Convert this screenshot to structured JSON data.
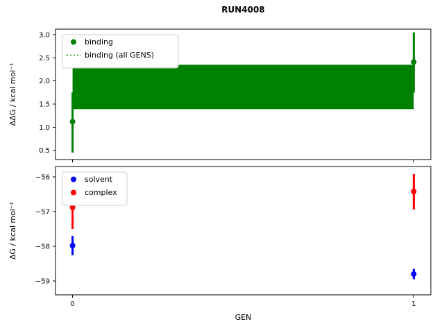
{
  "chart_data": [
    {
      "type": "scatter",
      "name": "binding-subplot",
      "title": "RUN4008",
      "ylabel": "ΔΔG / kcal mol⁻¹",
      "ylim": [
        0.3,
        3.12
      ],
      "xlim": [
        -0.05,
        1.05
      ],
      "yticks": [
        0.5,
        1.0,
        1.5,
        2.0,
        2.5,
        3.0
      ],
      "ytick_labels": [
        "0.5",
        "1.0",
        "1.5",
        "2.0",
        "2.5",
        "3.0"
      ],
      "xticks": [
        0,
        1
      ],
      "xtick_labels": [
        "0",
        "1"
      ],
      "show_xtick_labels": false,
      "band": {
        "label": "binding (all GENS)",
        "color": "#008000",
        "x_from": 0,
        "x_to": 1,
        "from": 1.39,
        "to": 2.35,
        "mid": 1.87,
        "line_style": "dotted"
      },
      "series": [
        {
          "name": "binding",
          "color": "#008000",
          "x": [
            0,
            1
          ],
          "y": [
            1.12,
            2.41
          ],
          "yerr_lo": [
            0.67,
            0.66
          ],
          "yerr_hi": [
            0.63,
            0.64
          ],
          "marker": "circle"
        }
      ],
      "legend": [
        {
          "label": "binding",
          "marker": "dot",
          "color": "#008000"
        },
        {
          "label": "binding (all GENS)",
          "marker": "dotted-line",
          "color": "#008000"
        }
      ],
      "legend_position": "upper-left"
    },
    {
      "type": "scatter",
      "name": "dg-subplot",
      "ylabel": "ΔG / kcal mol⁻¹",
      "xlabel": "GEN",
      "ylim": [
        -59.4,
        -55.7
      ],
      "xlim": [
        -0.05,
        1.05
      ],
      "yticks": [
        -59,
        -58,
        -57,
        -56
      ],
      "ytick_labels": [
        "−59",
        "−58",
        "−57",
        "−56"
      ],
      "xticks": [
        0,
        1
      ],
      "xtick_labels": [
        "0",
        "1"
      ],
      "show_xtick_labels": true,
      "series": [
        {
          "name": "solvent",
          "color": "#0000ff",
          "x": [
            0,
            1
          ],
          "y": [
            -57.98,
            -58.8
          ],
          "yerr_lo": [
            0.28,
            0.15
          ],
          "yerr_hi": [
            0.28,
            0.15
          ],
          "marker": "circle"
        },
        {
          "name": "complex",
          "color": "#ff0000",
          "x": [
            0,
            1
          ],
          "y": [
            -56.88,
            -56.42
          ],
          "yerr_lo": [
            0.62,
            0.52
          ],
          "yerr_hi": [
            0.3,
            0.5
          ],
          "marker": "circle"
        }
      ],
      "legend": [
        {
          "label": "solvent",
          "marker": "dot",
          "color": "#0000ff"
        },
        {
          "label": "complex",
          "marker": "dot",
          "color": "#ff0000"
        }
      ],
      "legend_position": "upper-left"
    }
  ]
}
